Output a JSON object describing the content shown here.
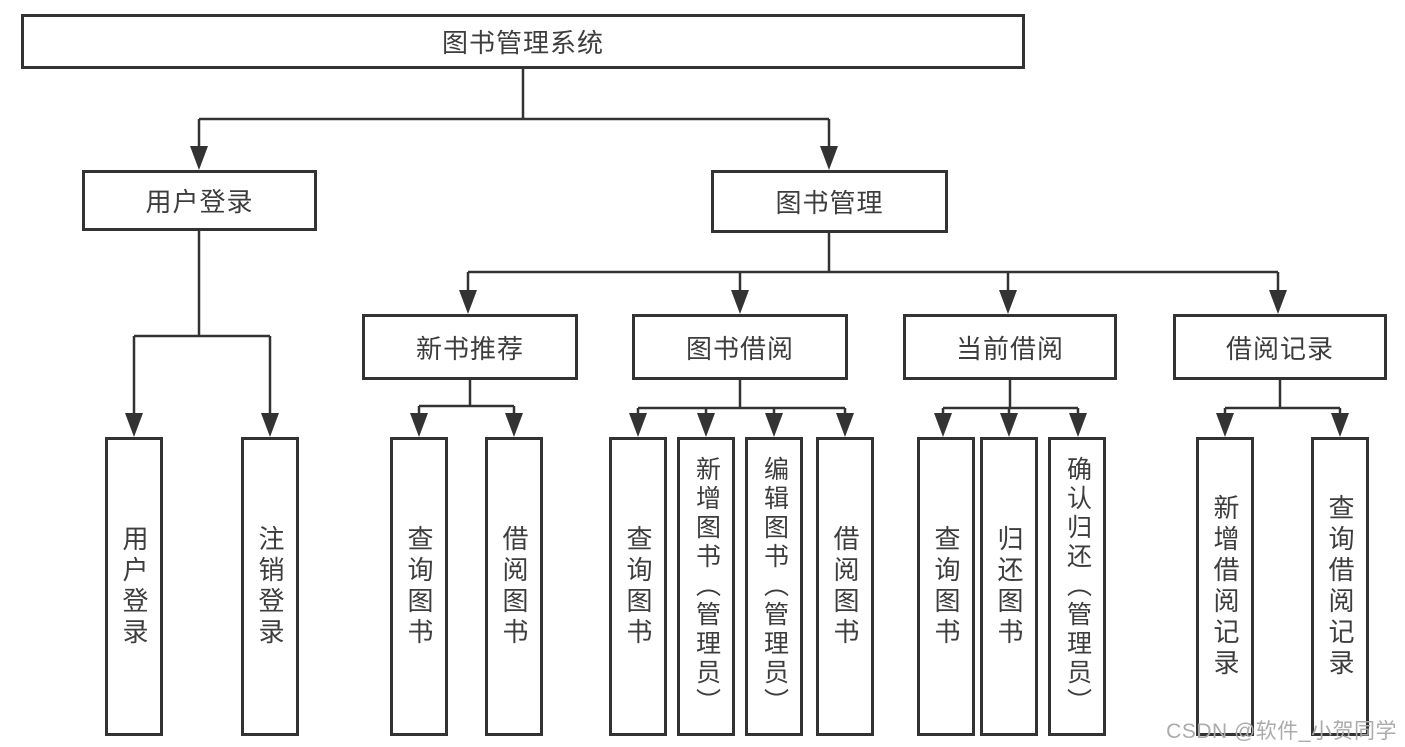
{
  "tree": {
    "label": "图书管理系统",
    "children": [
      {
        "label": "用户登录",
        "children": [
          {
            "label": "用户登录"
          },
          {
            "label": "注销登录"
          }
        ]
      },
      {
        "label": "图书管理",
        "children": [
          {
            "label": "新书推荐",
            "children": [
              {
                "label": "查询图书"
              },
              {
                "label": "借阅图书"
              }
            ]
          },
          {
            "label": "图书借阅",
            "children": [
              {
                "label": "查询图书"
              },
              {
                "label": "新增图书（管理员）"
              },
              {
                "label": "编辑图书（管理员）"
              },
              {
                "label": "借阅图书"
              }
            ]
          },
          {
            "label": "当前借阅",
            "children": [
              {
                "label": "查询图书"
              },
              {
                "label": "归还图书"
              },
              {
                "label": "确认归还（管理员）"
              }
            ]
          },
          {
            "label": "借阅记录",
            "children": [
              {
                "label": "新增借阅记录"
              },
              {
                "label": "查询借阅记录"
              }
            ]
          }
        ]
      }
    ]
  },
  "watermark": {
    "text": "CSDN @软件_小贺同学"
  },
  "colors": {
    "line": "#333333",
    "text": "#3d3d3d",
    "box_background": "#ffffff",
    "watermark": "#ababab"
  }
}
